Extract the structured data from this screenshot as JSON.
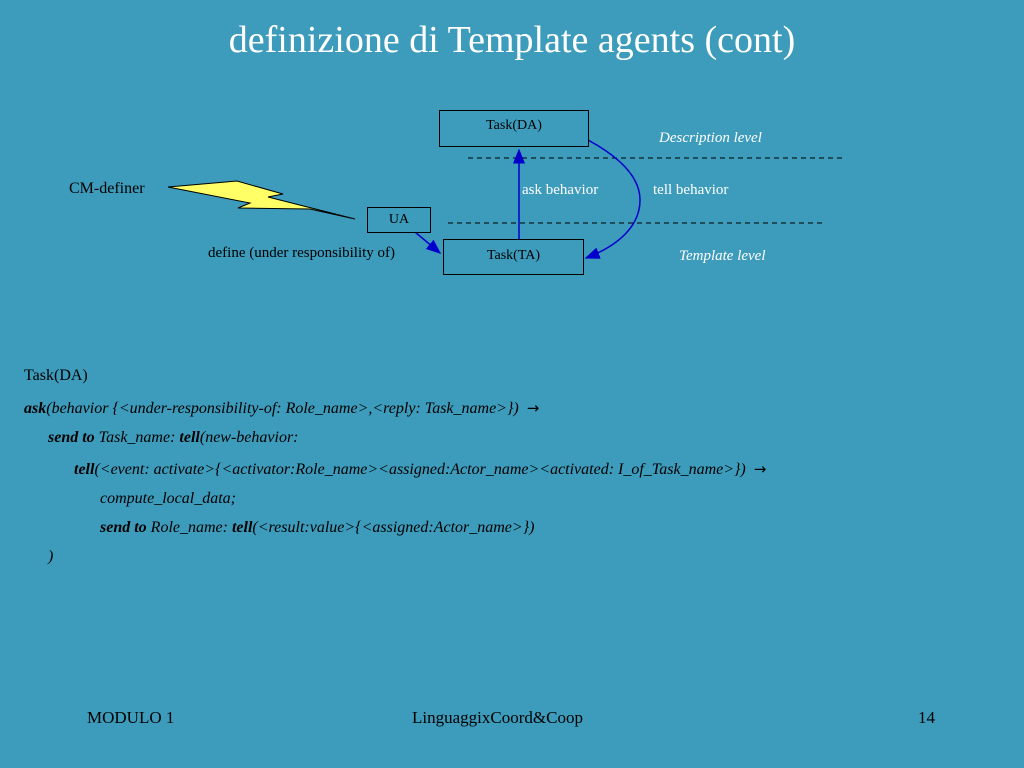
{
  "title": "definizione di Template agents (cont)",
  "diagram": {
    "task_da": "Task(DA)",
    "task_ta": "Task(TA)",
    "ua": "UA",
    "cm_definer": "CM-definer",
    "description_level": "Description level",
    "template_level": "Template level",
    "ask_behavior": "ask behavior",
    "tell_behavior": "tell behavior",
    "define_label": "define (under responsibility of)"
  },
  "code": {
    "heading": "Task(DA)",
    "l1_kw": "ask",
    "l1_rest": "(behavior {<under-responsibility-of: Role_name>,<reply: Task_name>})",
    "l2_kw1": "send to",
    "l2_mid": " Task_name: ",
    "l2_kw2": "tell",
    "l2_rest": "(new-behavior:",
    "l3_kw": "tell",
    "l3_rest": "(<event: activate>{<activator:Role_name><assigned:Actor_name><activated: I_of_Task_name>})",
    "l4": "compute_local_data;",
    "l5_kw1": "send to",
    "l5_mid": " Role_name: ",
    "l5_kw2": "tell",
    "l5_rest": "(<result:value>{<assigned:Actor_name>})",
    "l6": ")",
    "arrow_glyph": "→"
  },
  "footer": {
    "left": "MODULO 1",
    "center": "LinguaggixCoord&Coop",
    "right": "14"
  }
}
